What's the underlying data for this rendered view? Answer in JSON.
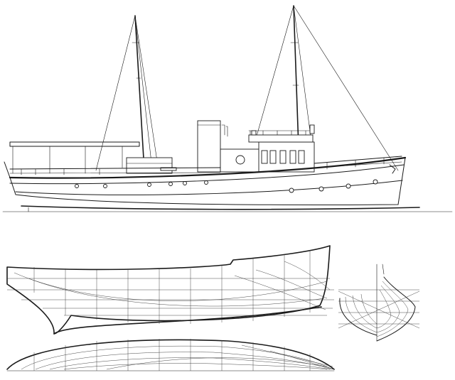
{
  "drawing": {
    "ink_color": "#1a1a1a",
    "paper_color": "#ffffff",
    "views": [
      "profile-elevation",
      "sheer-plan",
      "body-plan",
      "half-breadth-plan"
    ]
  }
}
